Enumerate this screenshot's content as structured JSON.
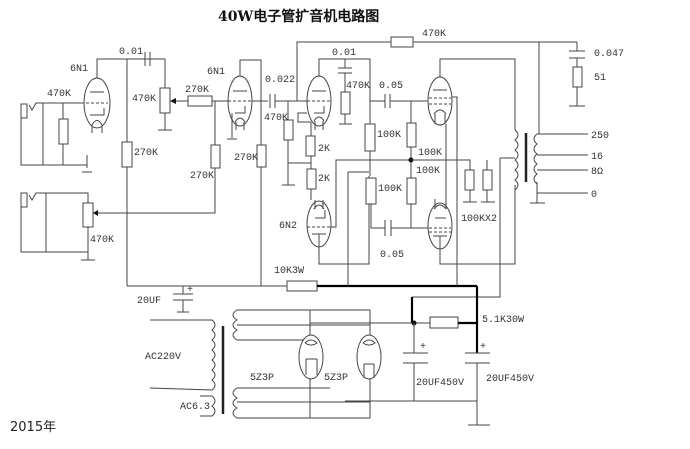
{
  "title": "40W电子管扩音机电路图",
  "year_label": "2015年",
  "tubes": {
    "v1": "6N1",
    "v2": "6N1",
    "v3": "6N2",
    "rect1": "5Z3P",
    "rect2": "5Z3P"
  },
  "components": {
    "r_input_grid": "470K",
    "vol_pot_1": "470K",
    "vol_pot_2": "470K",
    "c_couple_1": "0.01",
    "r_plate_1": "270K",
    "r_series_grid_2": "270K",
    "r_grid_2": "270K",
    "r_plate_2": "270K",
    "c_couple_2": "0.022",
    "r_grid_3": "470K",
    "c_bypass_3": "0.01",
    "r_decouple_3": "470K",
    "r_cathode_a": "2K",
    "r_cathode_b": "2K",
    "c_couple_pi_top": "0.05",
    "c_couple_pi_bot": "0.05",
    "r_plate_pi_top": "100K",
    "r_grid_top": "100K",
    "r_grid_mid": "100K",
    "r_plate_pi_bot": "100K",
    "r_screen_pair": "100KX2",
    "r_feedback": "470K",
    "c_zobel": "0.047",
    "r_zobel": "51",
    "r_dropping": "10K3W",
    "c_decouple": "20UF",
    "r_filter": "5.1K30W",
    "c_filter_1": "20UF450V",
    "c_filter_2": "20UF450V"
  },
  "output_transformer_taps": [
    "250",
    "16",
    "8Ω",
    "0"
  ],
  "power_transformer": {
    "primary": "AC220V",
    "heater": "AC6.3"
  }
}
